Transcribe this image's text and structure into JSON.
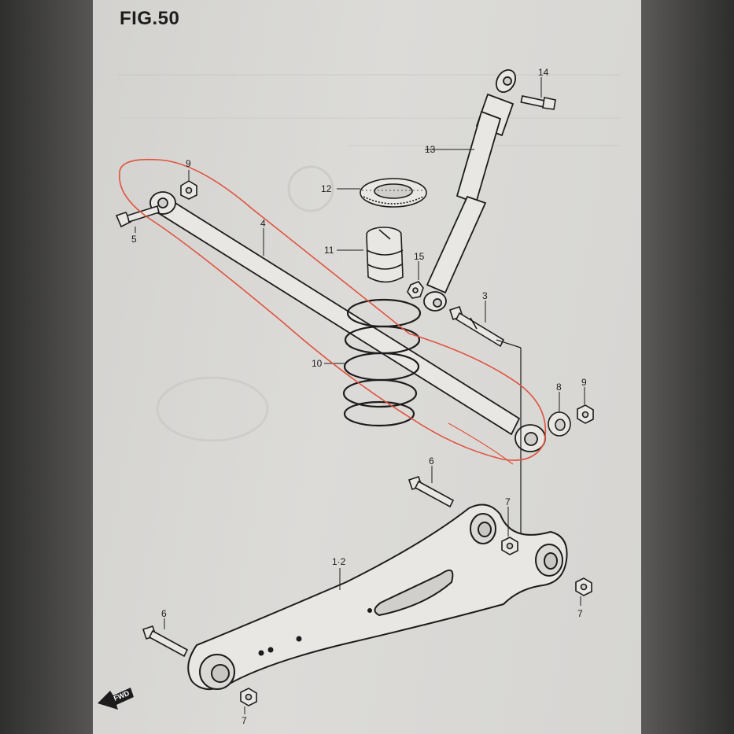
{
  "figure": {
    "title": "FIG.50"
  },
  "callouts": {
    "c14": "14",
    "c13": "13",
    "c9a": "9",
    "c12": "12",
    "c5": "5",
    "c4": "4",
    "c11": "11",
    "c15": "15",
    "c3": "3",
    "c10": "10",
    "c8": "8",
    "c9b": "9",
    "c6a": "6",
    "c7a": "7",
    "c12arm": "1·2",
    "c7b": "7",
    "c6b": "6",
    "c7c": "7"
  },
  "direction": {
    "label": "FWD"
  },
  "colors": {
    "ink": "#1c1c1c",
    "annotation": "#e0523e",
    "paper": "#d9d8d5"
  }
}
